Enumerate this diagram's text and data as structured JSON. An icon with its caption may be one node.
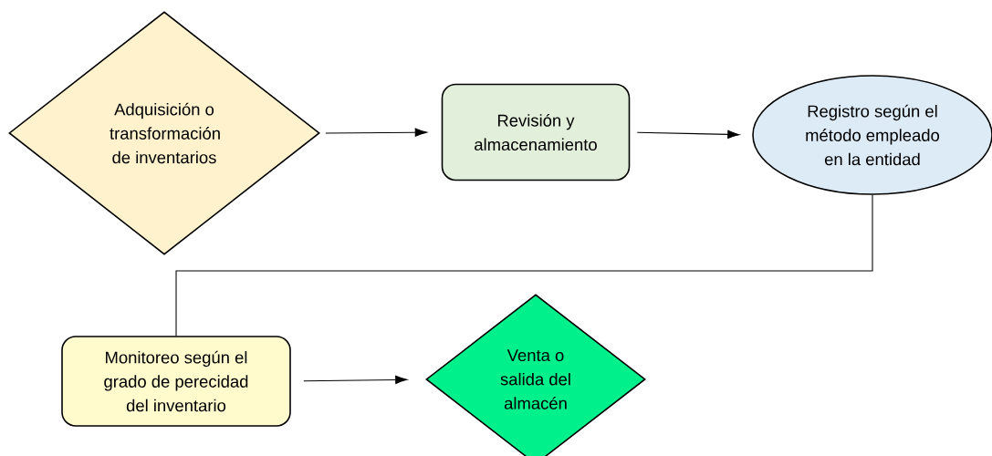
{
  "diagram": {
    "nodes": [
      {
        "text": [
          "Adquisición o transformación de inventarios"
        ]
      },
      {
        "text": [
          "Revisión y almacenamiento"
        ]
      },
      {
        "text": [
          "Registro según el método empleado en la entidad"
        ]
      },
      {
        "text": [
          "Monitoreo según el grado de perecidad del inventario"
        ]
      },
      {
        "text": [
          "Venta o salida del almacén"
        ]
      }
    ],
    "edges": [
      {
        "from": 0,
        "to": 1,
        "arrow": "to"
      },
      {
        "from": 1,
        "to": 2,
        "arrow": "to"
      },
      {
        "from": 2,
        "to": 3,
        "arrow": "none"
      },
      {
        "from": 3,
        "to": 4,
        "arrow": "to"
      }
    ]
  }
}
